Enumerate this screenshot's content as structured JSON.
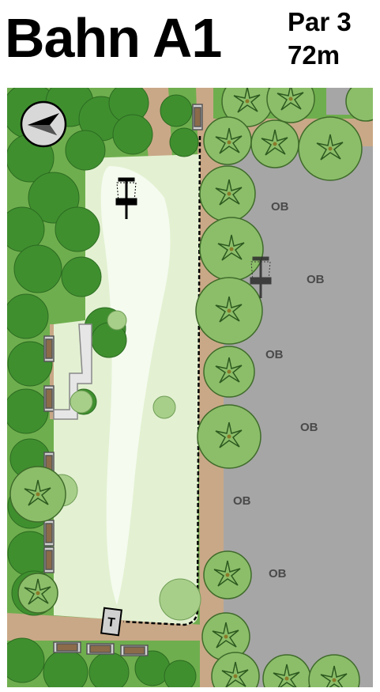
{
  "hole": {
    "title": "Bahn A1",
    "par": "Par 3",
    "distance": "72m"
  },
  "map": {
    "tee_label": "T",
    "ob_labels": [
      "OB",
      "OB",
      "OB",
      "OB",
      "OB",
      "OB"
    ],
    "icons": [
      "compass-north-arrow-icon",
      "basket-icon",
      "tee-pad-icon",
      "bench-icon",
      "tree-icon"
    ],
    "colors": {
      "fairway": "#e3f1d2",
      "fairway_light": "#f5fbef",
      "ob_area": "#a6a6a6",
      "path": "#c9a887",
      "trees_dark": "#3f8f2f",
      "trees_light": "#8cbe6a"
    }
  }
}
